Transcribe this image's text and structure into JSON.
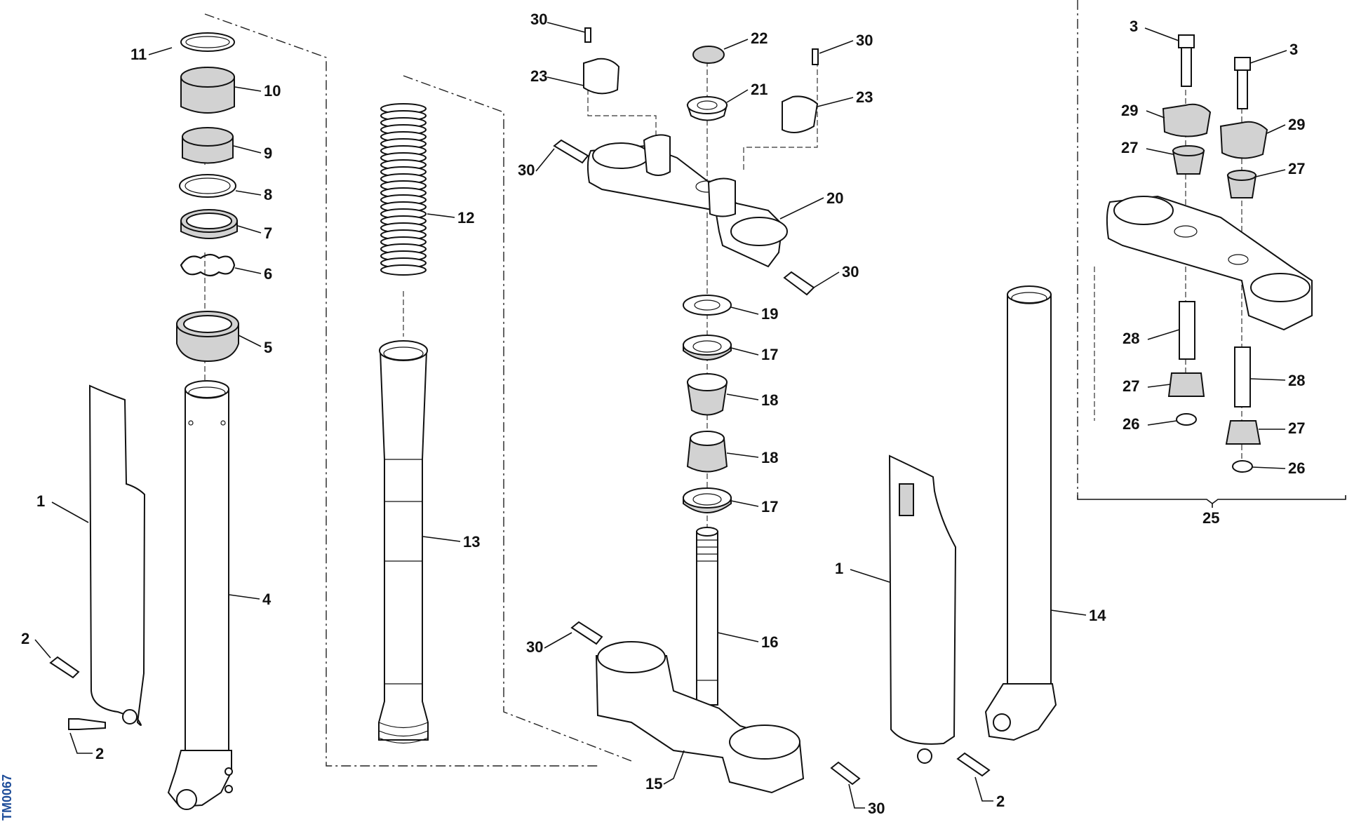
{
  "drawing_code": "TM0067",
  "colors": {
    "line": "#111111",
    "fill": "#ffffff",
    "shade": "#d2d2d2",
    "code": "#1f4e9a"
  },
  "callouts": [
    {
      "id": "c-11",
      "number": "11"
    },
    {
      "id": "c-10",
      "number": "10"
    },
    {
      "id": "c-9",
      "number": "9"
    },
    {
      "id": "c-8",
      "number": "8"
    },
    {
      "id": "c-7",
      "number": "7"
    },
    {
      "id": "c-6",
      "number": "6"
    },
    {
      "id": "c-5",
      "number": "5"
    },
    {
      "id": "c-1a",
      "number": "1"
    },
    {
      "id": "c-4",
      "number": "4"
    },
    {
      "id": "c-2a",
      "number": "2"
    },
    {
      "id": "c-2b",
      "number": "2"
    },
    {
      "id": "c-12",
      "number": "12"
    },
    {
      "id": "c-13",
      "number": "13"
    },
    {
      "id": "c-30a",
      "number": "30"
    },
    {
      "id": "c-23a",
      "number": "23"
    },
    {
      "id": "c-22",
      "number": "22"
    },
    {
      "id": "c-21",
      "number": "21"
    },
    {
      "id": "c-30b",
      "number": "30"
    },
    {
      "id": "c-23b",
      "number": "23"
    },
    {
      "id": "c-30c",
      "number": "30"
    },
    {
      "id": "c-20",
      "number": "20"
    },
    {
      "id": "c-30d",
      "number": "30"
    },
    {
      "id": "c-19",
      "number": "19"
    },
    {
      "id": "c-17a",
      "number": "17"
    },
    {
      "id": "c-18a",
      "number": "18"
    },
    {
      "id": "c-18b",
      "number": "18"
    },
    {
      "id": "c-17b",
      "number": "17"
    },
    {
      "id": "c-16",
      "number": "16"
    },
    {
      "id": "c-30e",
      "number": "30"
    },
    {
      "id": "c-15",
      "number": "15"
    },
    {
      "id": "c-30f",
      "number": "30"
    },
    {
      "id": "c-1b",
      "number": "1"
    },
    {
      "id": "c-14",
      "number": "14"
    },
    {
      "id": "c-2c",
      "number": "2"
    },
    {
      "id": "c-3a",
      "number": "3"
    },
    {
      "id": "c-3b",
      "number": "3"
    },
    {
      "id": "c-29a",
      "number": "29"
    },
    {
      "id": "c-29b",
      "number": "29"
    },
    {
      "id": "c-27a",
      "number": "27"
    },
    {
      "id": "c-27b",
      "number": "27"
    },
    {
      "id": "c-28a",
      "number": "28"
    },
    {
      "id": "c-28b",
      "number": "28"
    },
    {
      "id": "c-27c",
      "number": "27"
    },
    {
      "id": "c-26a",
      "number": "26"
    },
    {
      "id": "c-27d",
      "number": "27"
    },
    {
      "id": "c-26b",
      "number": "26"
    },
    {
      "id": "c-25",
      "number": "25"
    }
  ]
}
